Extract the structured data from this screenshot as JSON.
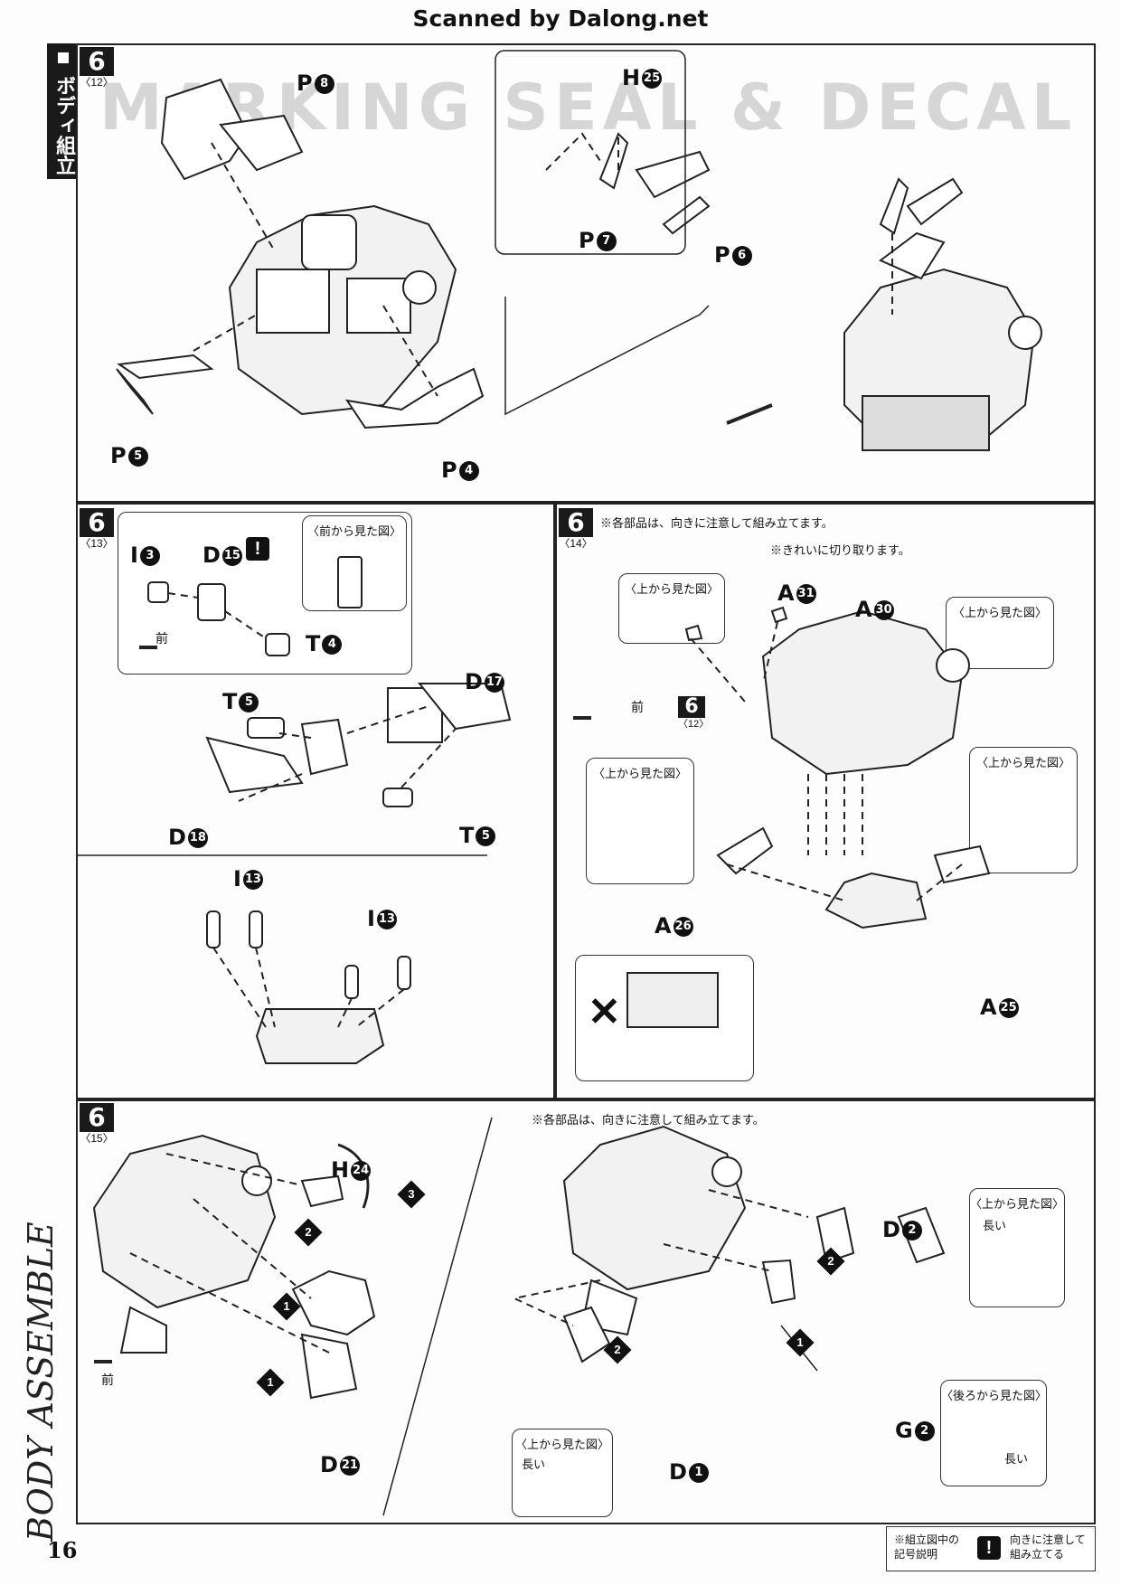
{
  "scan_credit": "Scanned by Dalong.net",
  "section_title": "ボディ組立",
  "vertical_label": "BODY ASSEMBLE",
  "page_number": "16",
  "background_ghost": "MARKING SEAL & DECAL",
  "steps": {
    "s12": {
      "num": "6",
      "sub": "〈12〉"
    },
    "s13": {
      "num": "6",
      "sub": "〈13〉"
    },
    "s14": {
      "num": "6",
      "sub": "〈14〉"
    },
    "s15": {
      "num": "6",
      "sub": "〈15〉"
    },
    "ref12": {
      "num": "6",
      "sub": "〈12〉"
    }
  },
  "parts": {
    "p8": {
      "letter": "P",
      "num": "8"
    },
    "p5": {
      "letter": "P",
      "num": "5"
    },
    "p4": {
      "letter": "P",
      "num": "4"
    },
    "h25": {
      "letter": "H",
      "num": "25"
    },
    "p7": {
      "letter": "P",
      "num": "7"
    },
    "p6": {
      "letter": "P",
      "num": "6"
    },
    "i3": {
      "letter": "I",
      "num": "3"
    },
    "d15": {
      "letter": "D",
      "num": "15"
    },
    "t4": {
      "letter": "T",
      "num": "4"
    },
    "t5a": {
      "letter": "T",
      "num": "5"
    },
    "d17": {
      "letter": "D",
      "num": "17"
    },
    "d18": {
      "letter": "D",
      "num": "18"
    },
    "t5b": {
      "letter": "T",
      "num": "5"
    },
    "i13a": {
      "letter": "I",
      "num": "13"
    },
    "i13b": {
      "letter": "I",
      "num": "13"
    },
    "a31": {
      "letter": "A",
      "num": "31"
    },
    "a30": {
      "letter": "A",
      "num": "30"
    },
    "a26": {
      "letter": "A",
      "num": "26"
    },
    "a25": {
      "letter": "A",
      "num": "25"
    },
    "h24": {
      "letter": "H",
      "num": "24"
    },
    "d21": {
      "letter": "D",
      "num": "21"
    },
    "d2": {
      "letter": "D",
      "num": "2"
    },
    "d1": {
      "letter": "D",
      "num": "1"
    },
    "g2": {
      "letter": "G",
      "num": "2"
    }
  },
  "labels": {
    "front_view": "〈前から見た図〉",
    "top_view": "〈上から見た図〉",
    "back_view": "〈後ろから見た図〉",
    "front": "前",
    "long": "長い",
    "orientation_note": "※各部品は、向きに注意して組み立てます。",
    "cut_clean_note": "※きれいに切り取ります。",
    "wrong_mark": "✕",
    "warning_mark": "!"
  },
  "order_marks": {
    "one": "1",
    "two": "2",
    "three": "3"
  },
  "legend": {
    "title_line1": "※組立図中の",
    "title_line2": "記号説明",
    "mark": "!",
    "desc_line1": "向きに注意して",
    "desc_line2": "組み立てる"
  }
}
